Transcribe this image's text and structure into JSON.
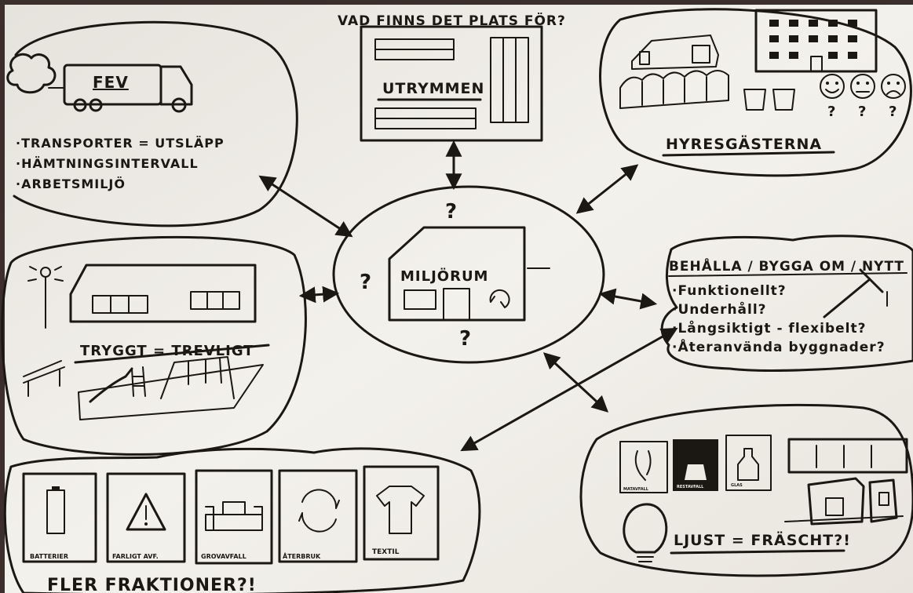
{
  "header": {
    "question": "VAD FINNS DET PLATS FÖR?"
  },
  "center": {
    "label": "MILJÖRUM",
    "q_top": "?",
    "q_left": "?",
    "q_bottom": "?"
  },
  "fev": {
    "truck_label": "FEV",
    "items": [
      "·TRANSPORTER = UTSLÄPP",
      "·HÄMTNINGSINTERVALL",
      "·ARBETSMILJÖ"
    ]
  },
  "space": {
    "label": "UTRYMMEN"
  },
  "tenants": {
    "label": "HYRESGÄSTERNA",
    "q": [
      "?",
      "?",
      "?"
    ]
  },
  "safety": {
    "label": "TRYGGT = TREVLIGT"
  },
  "keep_build": {
    "title": "BEHÅLLA / BYGGA OM / NYTT",
    "items": [
      "·Funktionellt?",
      "·Underhåll?",
      "·Långsiktigt - flexibelt?",
      "·Återanvända byggnader?"
    ]
  },
  "fractions": {
    "bins": [
      "BATTERIER",
      "FARLIGT AVF.",
      "GROVAVFALL",
      "ÅTERBRUK",
      "TEXTIL"
    ],
    "label": "FLER FRAKTIONER?!"
  },
  "light": {
    "bins": [
      "MATAVFALL",
      "RESTAVFALL",
      "GLAS"
    ],
    "label": "LJUST = FRÄSCHT?!"
  },
  "colors": {
    "board": "#eeebe5",
    "ink": "#1b1713",
    "frame": "#3a2f2a"
  }
}
